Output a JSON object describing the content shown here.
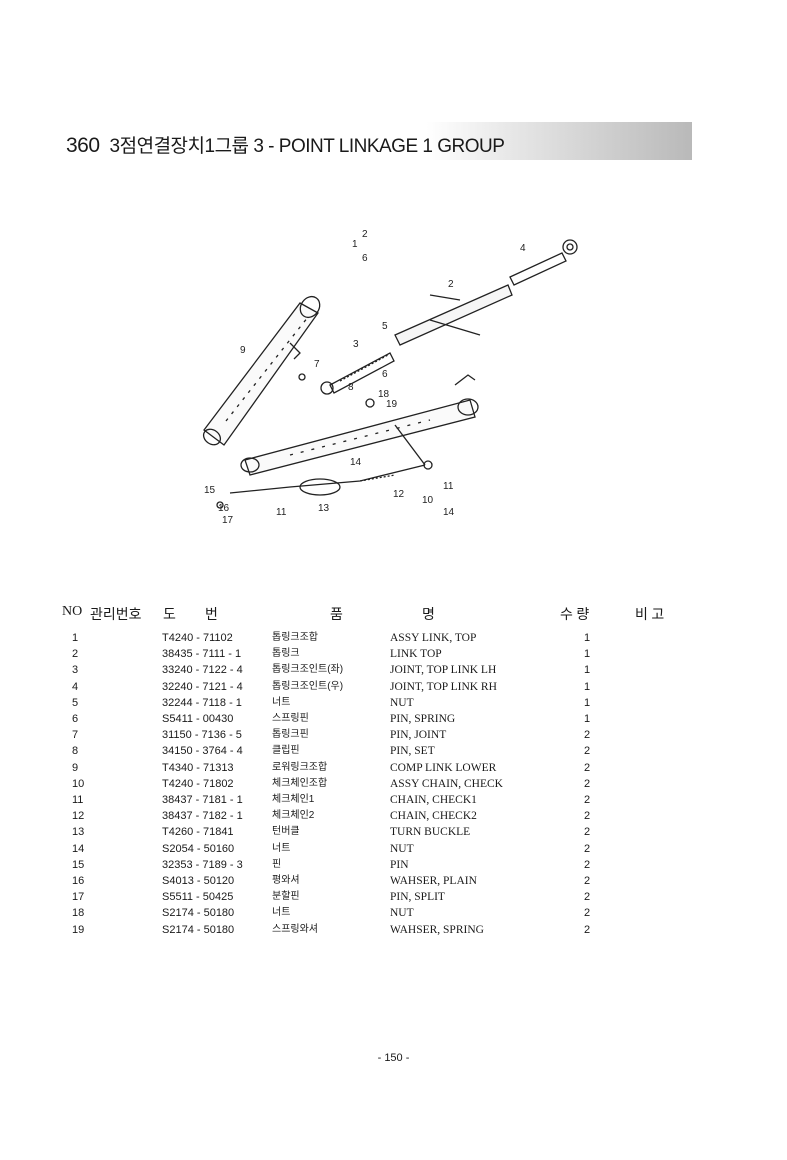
{
  "header": {
    "number": "360",
    "title": "3점연결장치1그룹 3 - POINT LINKAGE 1 GROUP"
  },
  "diagram": {
    "callouts": [
      "1",
      "2",
      "6",
      "4",
      "2",
      "5",
      "3",
      "9",
      "7",
      "8",
      "6",
      "18",
      "19",
      "14",
      "12",
      "10",
      "11",
      "14",
      "15",
      "16",
      "17",
      "11",
      "13"
    ]
  },
  "columns": {
    "no": "NO",
    "mgmt": "관리번호",
    "do": "도",
    "beon": "번",
    "pum": "품",
    "myeong": "명",
    "qty": "수 량",
    "remark": "비 고"
  },
  "parts": [
    {
      "no": "1",
      "pn": "T4240 - 71102",
      "kr": "톱링크조합",
      "en": "ASSY LINK, TOP",
      "qty": "1"
    },
    {
      "no": "2",
      "pn": "38435 - 7111 - 1",
      "kr": "톱링크",
      "en": "LINK TOP",
      "qty": "1"
    },
    {
      "no": "3",
      "pn": "33240 - 7122 - 4",
      "kr": "톱링크조인트(좌)",
      "en": "JOINT, TOP LINK LH",
      "qty": "1"
    },
    {
      "no": "4",
      "pn": "32240 - 7121 - 4",
      "kr": "톱링크조인트(우)",
      "en": "JOINT, TOP LINK RH",
      "qty": "1"
    },
    {
      "no": "5",
      "pn": "32244 - 7118 - 1",
      "kr": "너트",
      "en": "NUT",
      "qty": "1"
    },
    {
      "no": "6",
      "pn": "S5411 - 00430",
      "kr": "스프링핀",
      "en": "PIN, SPRING",
      "qty": "1"
    },
    {
      "no": "7",
      "pn": "31150 - 7136 - 5",
      "kr": "톱링크핀",
      "en": "PIN, JOINT",
      "qty": "2"
    },
    {
      "no": "8",
      "pn": "34150 - 3764 - 4",
      "kr": "클립핀",
      "en": "PIN, SET",
      "qty": "2"
    },
    {
      "no": "9",
      "pn": "T4340 - 71313",
      "kr": "로워링크조합",
      "en": "COMP LINK LOWER",
      "qty": "2"
    },
    {
      "no": "10",
      "pn": "T4240 - 71802",
      "kr": "체크체인조합",
      "en": "ASSY CHAIN, CHECK",
      "qty": "2"
    },
    {
      "no": "11",
      "pn": "38437 - 7181 - 1",
      "kr": "체크체인1",
      "en": "CHAIN, CHECK1",
      "qty": "2"
    },
    {
      "no": "12",
      "pn": "38437 - 7182 - 1",
      "kr": "체크체인2",
      "en": "CHAIN, CHECK2",
      "qty": "2"
    },
    {
      "no": "13",
      "pn": "T4260 - 71841",
      "kr": "턴버클",
      "en": "TURN BUCKLE",
      "qty": "2"
    },
    {
      "no": "14",
      "pn": "S2054 - 50160",
      "kr": "너트",
      "en": "NUT",
      "qty": "2"
    },
    {
      "no": "15",
      "pn": "32353 - 7189 - 3",
      "kr": "핀",
      "en": "PIN",
      "qty": "2"
    },
    {
      "no": "16",
      "pn": "S4013 - 50120",
      "kr": "평와셔",
      "en": "WAHSER, PLAIN",
      "qty": "2"
    },
    {
      "no": "17",
      "pn": "S5511 - 50425",
      "kr": "분할핀",
      "en": "PIN, SPLIT",
      "qty": "2"
    },
    {
      "no": "18",
      "pn": "S2174 - 50180",
      "kr": "너트",
      "en": "NUT",
      "qty": "2"
    },
    {
      "no": "19",
      "pn": "S2174 - 50180",
      "kr": "스프링와셔",
      "en": "WAHSER, SPRING",
      "qty": "2"
    }
  ],
  "footer": {
    "page": "- 150 -"
  }
}
